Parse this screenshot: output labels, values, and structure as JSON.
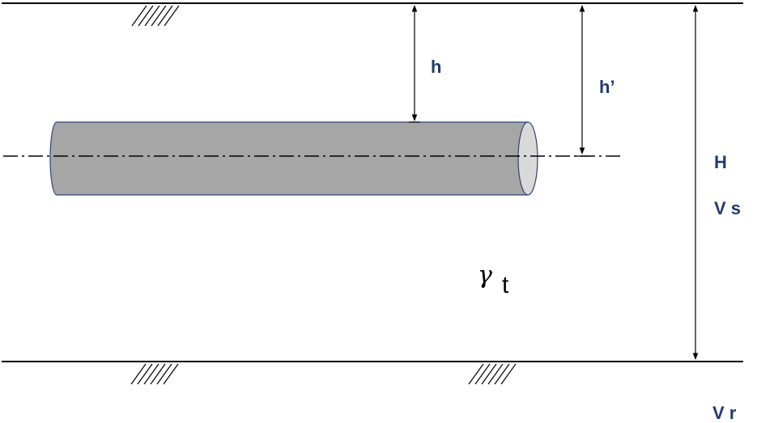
{
  "colors": {
    "line": "#000000",
    "label": "#1f3a6e",
    "pipe_fill": "#a6a6a6",
    "pipe_end": "#d9d9d9",
    "pipe_stroke": "#2f4475"
  },
  "labels": {
    "h": "h",
    "h_prime": "h’",
    "H": "H",
    "Vs": "V s",
    "Vr": "V r",
    "gamma": "γ",
    "gamma_sub": "t"
  }
}
